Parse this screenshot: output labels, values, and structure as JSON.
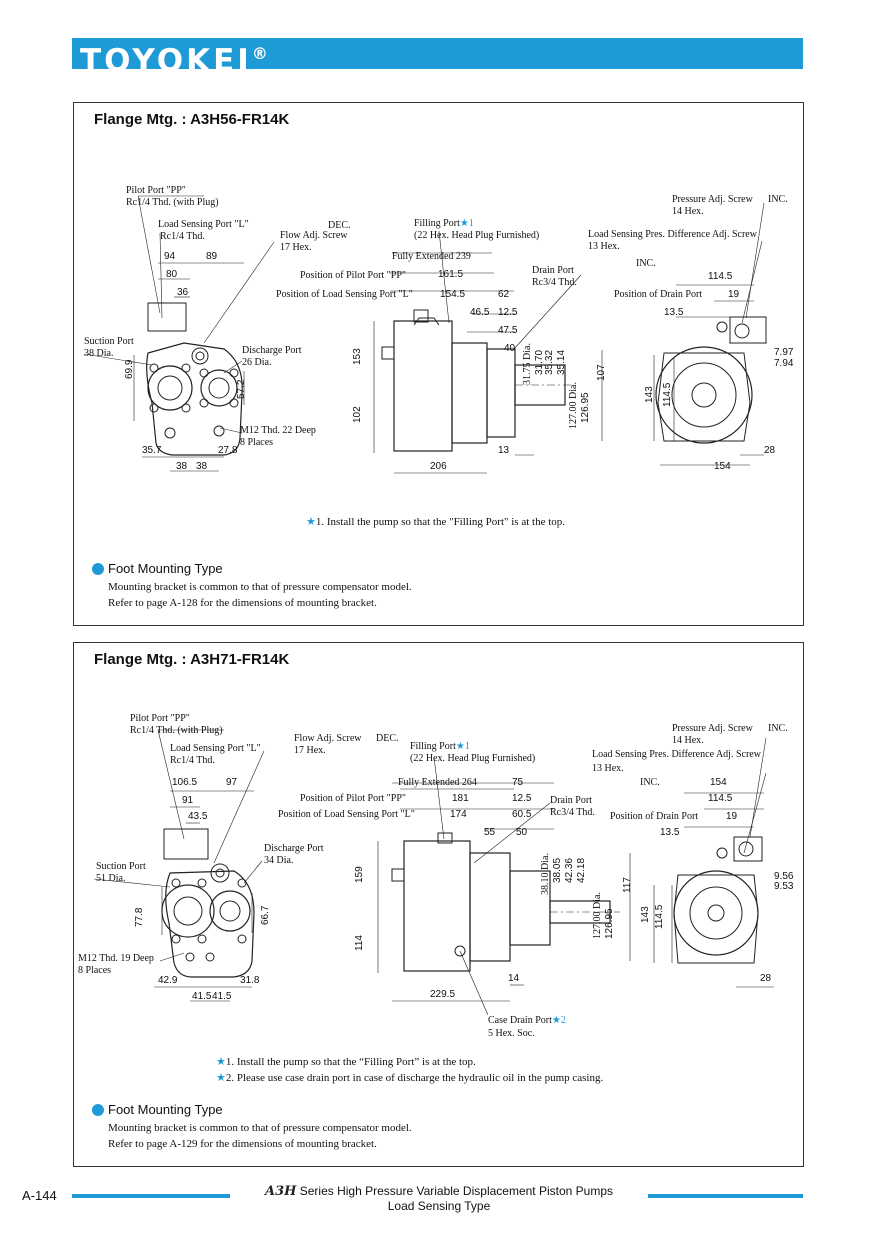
{
  "header": {
    "brand": "TOYOKEI",
    "reg": "®"
  },
  "panel1": {
    "title": "Flange Mtg. : A3H56-FR14K",
    "labels": {
      "pilot_port": "Pilot Port \"PP\"",
      "pilot_thd": "Rc1/4 Thd. (with Plug)",
      "ls_port": "Load Sensing Port \"L\"",
      "ls_thd": "Rc1/4 Thd.",
      "flow_screw": "Flow Adj. Screw",
      "flow_hex": "17 Hex.",
      "dec": "DEC.",
      "filling_port": "Filling Port",
      "filling_star": "★1",
      "filling_plug": "(22 Hex. Head Plug Furnished)",
      "fully_ext": "Fully Extended 239",
      "pos_pilot": "Position of Pilot Port \"PP\"",
      "pos_ls": "Position of Load Sensing Port \"L\"",
      "drain_port": "Drain Port",
      "drain_thd": "Rc3/4 Thd.",
      "press_screw": "Pressure Adj. Screw",
      "press_hex": "14 Hex.",
      "inc1": "INC.",
      "lspd_screw": "Load Sensing Pres. Difference Adj. Screw",
      "lspd_hex": "13 Hex.",
      "inc2": "INC.",
      "pos_drain": "Position of Drain Port",
      "suction": "Suction Port",
      "suction_dia": "38 Dia.",
      "discharge": "Discharge Port",
      "discharge_dia": "26 Dia.",
      "m12": "M12 Thd. 22 Deep",
      "places": "8 Places"
    },
    "dims": {
      "d94": "94",
      "d89": "89",
      "d80": "80",
      "d36": "36",
      "d699": "69.9",
      "d572": "57.2",
      "d357": "35.7",
      "d38a": "38",
      "d38b": "38",
      "d278": "27.8",
      "d1615": "161.5",
      "d1545": "154.5",
      "d62": "62",
      "d465": "46.5",
      "d125": "12.5",
      "d475": "47.5",
      "d40": "40",
      "d153": "153",
      "d102": "102",
      "d206": "206",
      "d13": "13",
      "d3175": "31.75 Dia.",
      "d3170": "31.70",
      "d3532": "35.32",
      "d3514": "35.14",
      "d12700": "127.00 Dia.",
      "d12695": "126.95",
      "d107": "107",
      "d1145a": "114.5",
      "d19": "19",
      "d135": "13.5",
      "d797": "7.97",
      "d794": "7.94",
      "d143": "143",
      "d1145b": "114.5",
      "d154": "154",
      "d28": "28"
    },
    "note1": "1. Install the pump so that the \"Filling Port\" is at the top.",
    "foot_head": "Foot Mounting Type",
    "foot_line1": "Mounting bracket is common to that of pressure compensator model.",
    "foot_line2": "Refer to page A-128 for the dimensions of mounting bracket."
  },
  "panel2": {
    "title": "Flange Mtg. : A3H71-FR14K",
    "labels": {
      "pilot_port": "Pilot Port \"PP\"",
      "pilot_thd": "Rc1/4 Thd. (with Plug)",
      "ls_port": "Load Sensing Port \"L\"",
      "ls_thd": "Rc1/4 Thd.",
      "flow_screw": "Flow Adj. Screw",
      "flow_hex": "17 Hex.",
      "dec": "DEC.",
      "filling_port": "Filling Port",
      "filling_star": "★1",
      "filling_plug": "(22 Hex. Head Plug Furnished)",
      "fully_ext": "Fully Extended 264",
      "pos_pilot": "Position of Pilot Port \"PP\"",
      "pos_ls": "Position of Load Sensing Port \"L\"",
      "drain_port": "Drain Port",
      "drain_thd": "Rc3/4 Thd.",
      "press_screw": "Pressure Adj. Screw",
      "press_hex": "14 Hex.",
      "inc1": "INC.",
      "lspd_screw": "Load Sensing Pres. Difference Adj. Screw",
      "lspd_hex": "13 Hex.",
      "inc2": "INC.",
      "pos_drain": "Position of Drain Port",
      "suction": "Suction Port",
      "suction_dia": "51 Dia.",
      "discharge": "Discharge Port",
      "discharge_dia": "34 Dia.",
      "m12": "M12 Thd. 19 Deep",
      "places": "8 Places",
      "case_drain": "Case Drain Port",
      "case_star": "★2",
      "case_soc": "5 Hex. Soc."
    },
    "dims": {
      "d1065": "106.5",
      "d97": "97",
      "d91": "91",
      "d435": "43.5",
      "d778": "77.8",
      "d667": "66.7",
      "d429": "42.9",
      "d415a": "41.5",
      "d415b": "41.5",
      "d318": "31.8",
      "d75": "75",
      "d181": "181",
      "d125": "12.5",
      "d174": "174",
      "d605": "60.5",
      "d55": "55",
      "d50": "50",
      "d159": "159",
      "d114": "114",
      "d2295": "229.5",
      "d14": "14",
      "d3810": "38.10 Dia.",
      "d3805": "38.05",
      "d4236": "42.36",
      "d4218": "42.18",
      "d12700": "127.00 Dia.",
      "d12695": "126.95",
      "d117": "117",
      "d154": "154",
      "d1145a": "114.5",
      "d19": "19",
      "d135": "13.5",
      "d956": "9.56",
      "d953": "9.53",
      "d143": "143",
      "d1145b": "114.5",
      "d28": "28"
    },
    "note1": "1. Install the pump so that the “Filling Port” is at the top.",
    "note2": "2. Please use case drain port in case of discharge the hydraulic oil in the pump casing.",
    "foot_head": "Foot Mounting Type",
    "foot_line1": "Mounting bracket is common to that of pressure compensator model.",
    "foot_line2": "Refer to page A-129 for the dimensions of mounting bracket."
  },
  "footer": {
    "page": "A-144",
    "series_logo": "A3H",
    "series_text": "Series High Pressure Variable Displacement Piston Pumps",
    "type_text": "Load Sensing Type"
  },
  "colors": {
    "accent": "#1e9ad6",
    "line": "#222222"
  }
}
